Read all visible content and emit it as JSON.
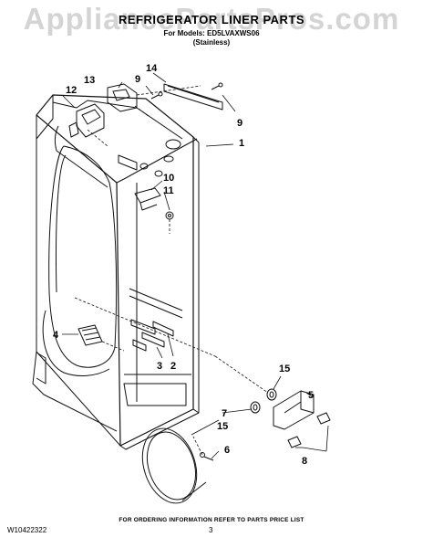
{
  "watermark": "AppliancePartsPros.com",
  "header": {
    "title": "REFRIGERATOR LINER PARTS",
    "subtitle_line1": "For Models: ED5LVAXWS06",
    "subtitle_line2": "(Stainless)"
  },
  "callouts": {
    "c1": "1",
    "c2": "2",
    "c3": "3",
    "c4": "4",
    "c5": "5",
    "c6": "6",
    "c7": "7",
    "c8": "8",
    "c9a": "9",
    "c9b": "9",
    "c10": "10",
    "c11": "11",
    "c12": "12",
    "c13": "13",
    "c14": "14",
    "c15a": "15",
    "c15b": "15"
  },
  "footer": {
    "order_info": "FOR ORDERING INFORMATION REFER TO PARTS PRICE LIST",
    "doc_number": "W10422322",
    "page_number": "3"
  }
}
